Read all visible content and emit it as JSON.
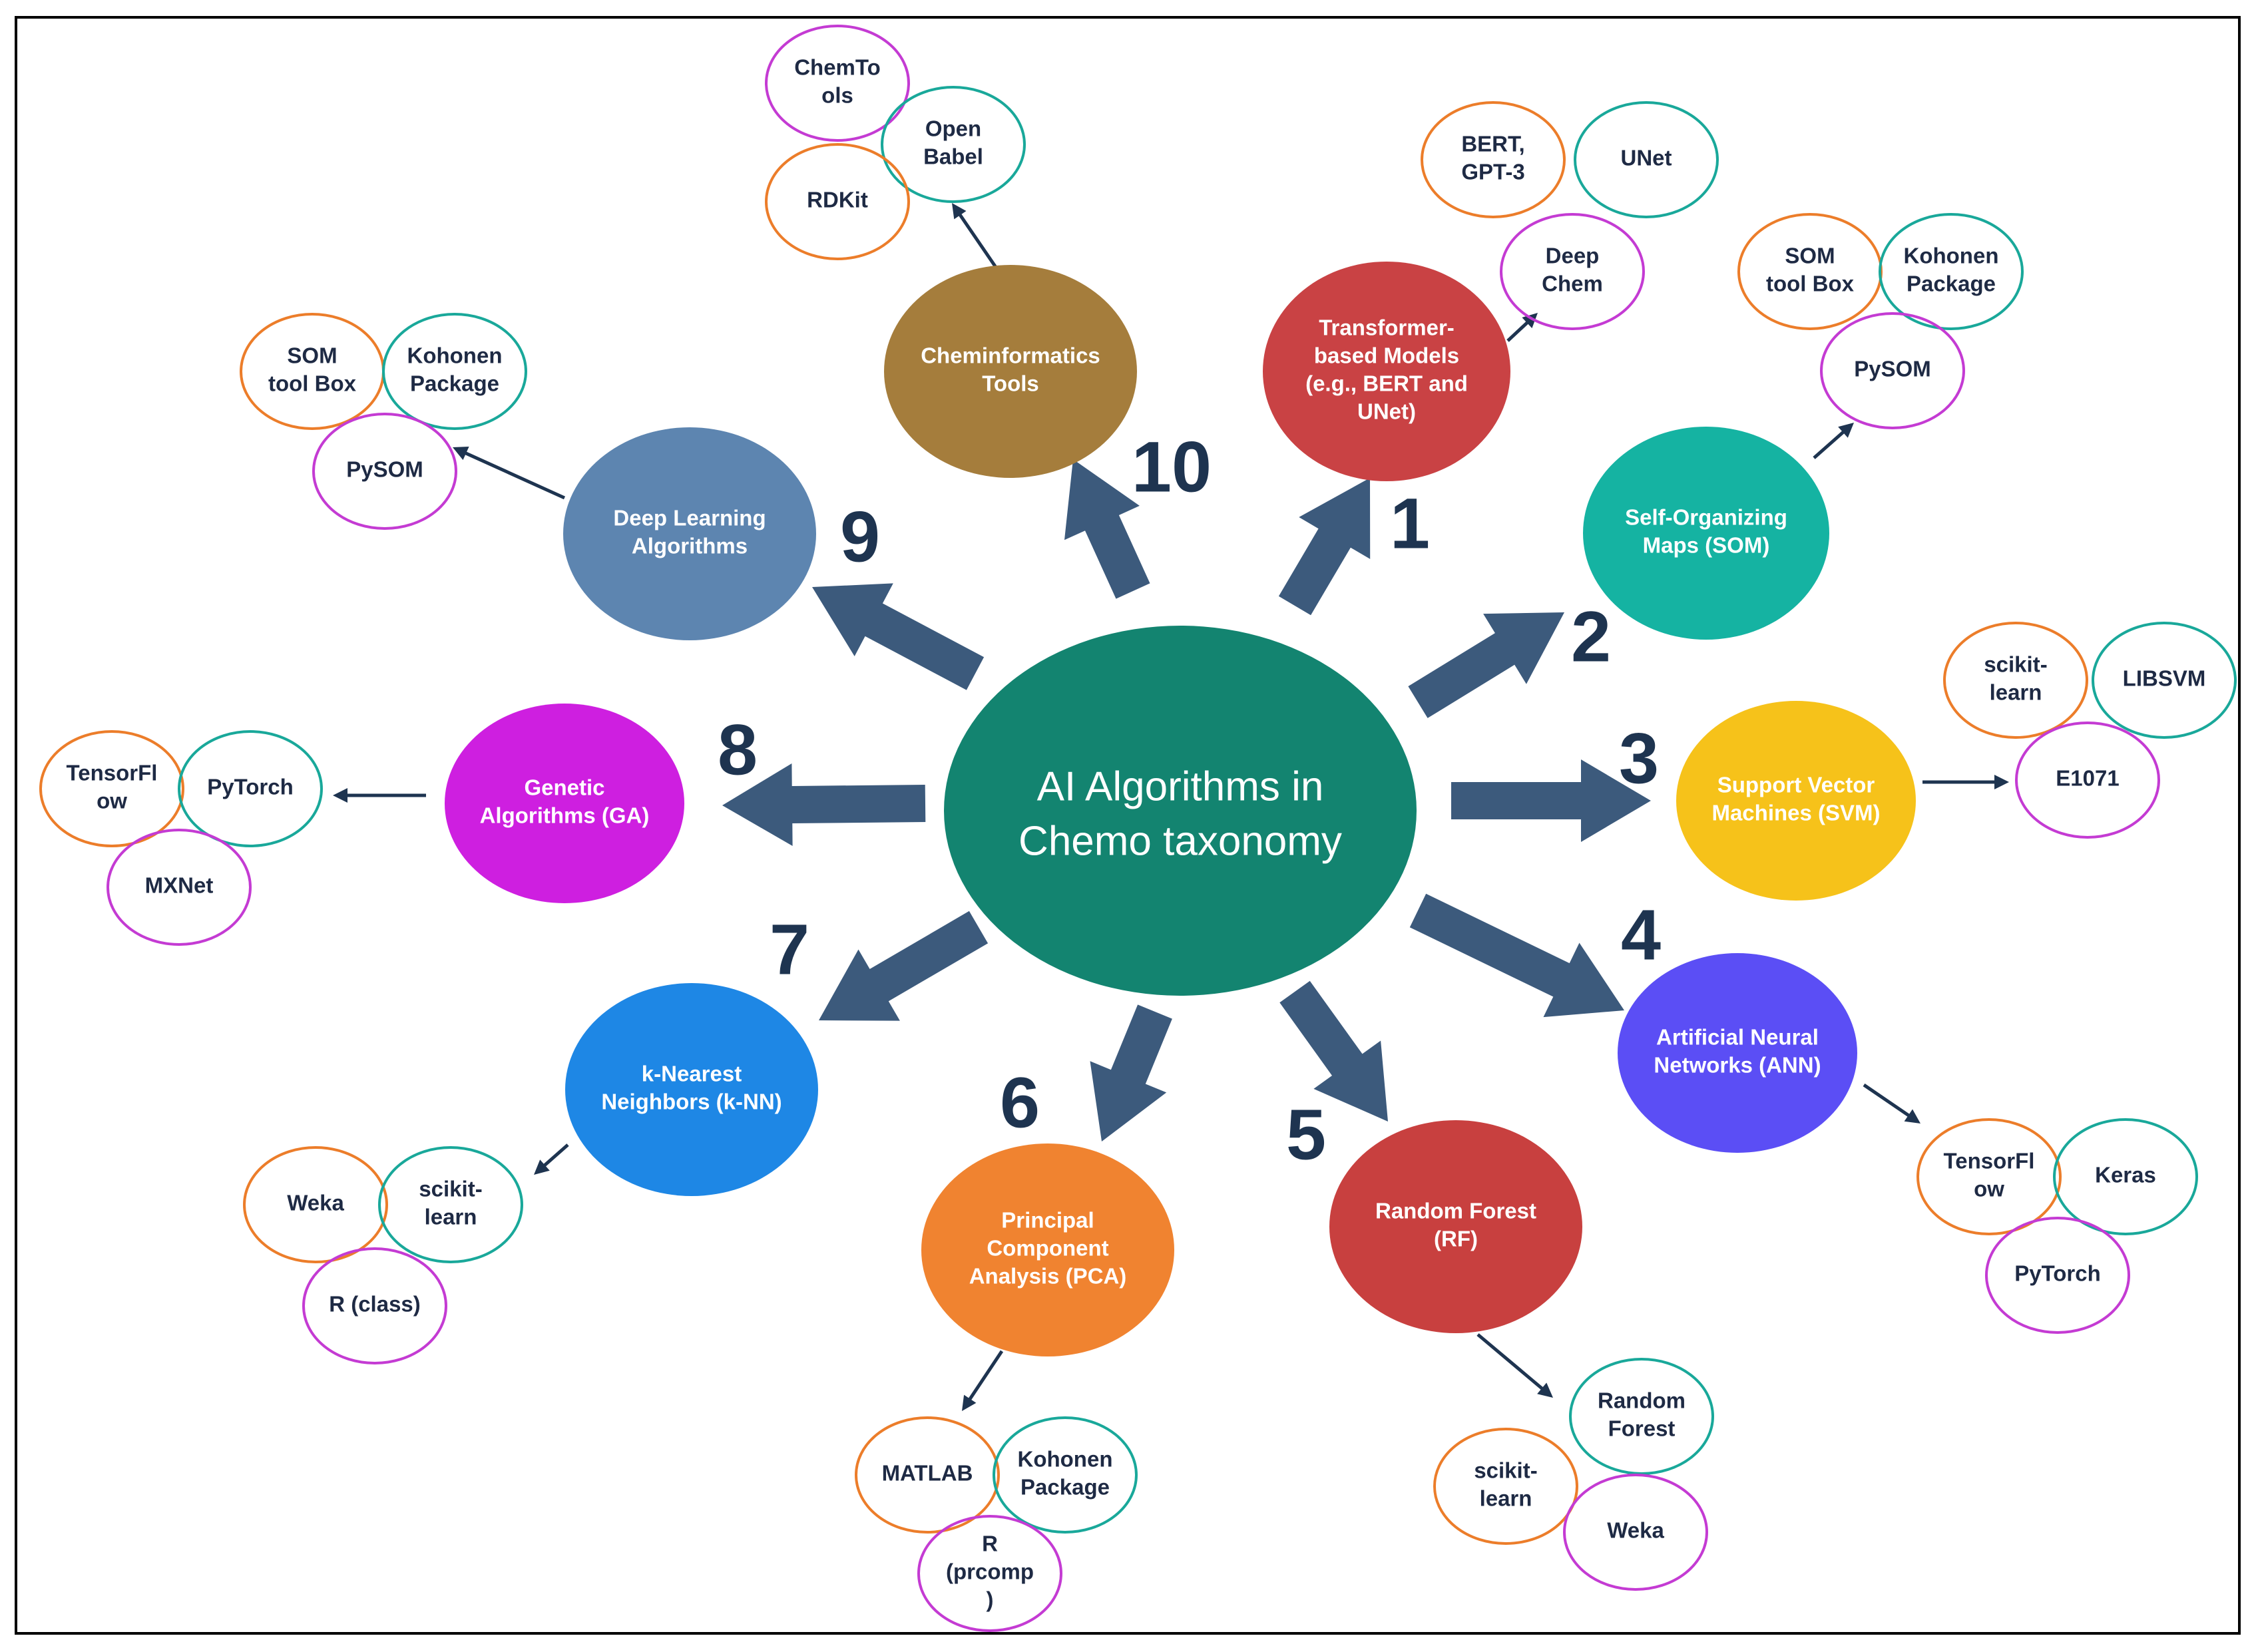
{
  "center": {
    "lines": [
      "AI Algorithms in",
      "Chemo taxonomy"
    ],
    "color": "#138470"
  },
  "colors": {
    "arrow": "#3c5a7c",
    "small_arrow": "#1e3450",
    "number": "#1e3450",
    "border": "#000000",
    "tool_text": "#1e2a44"
  },
  "algorithms": [
    {
      "number": "1",
      "name": "Transformer-based Models (e.g., BERT and UNet)",
      "lines": [
        "Transformer-",
        "based Models",
        "(e.g., BERT and",
        "UNet)"
      ],
      "color": "#c94244",
      "tools": [
        {
          "lines": [
            "BERT,",
            "GPT-3"
          ],
          "border": "#ec7d2a"
        },
        {
          "lines": [
            "UNet"
          ],
          "border": "#19a89a"
        },
        {
          "lines": [
            "Deep",
            "Chem"
          ],
          "border": "#c43bd3"
        }
      ]
    },
    {
      "number": "2",
      "name": "Self-Organizing Maps (SOM)",
      "lines": [
        "Self-Organizing",
        "Maps (SOM)"
      ],
      "color": "#15b3a2",
      "tools": [
        {
          "lines": [
            "SOM",
            "tool Box"
          ],
          "border": "#ec7d2a"
        },
        {
          "lines": [
            "Kohonen",
            "Package"
          ],
          "border": "#19a89a"
        },
        {
          "lines": [
            "PySOM"
          ],
          "border": "#c43bd3"
        }
      ]
    },
    {
      "number": "3",
      "name": "Support Vector Machines (SVM)",
      "lines": [
        "Support Vector",
        "Machines (SVM)"
      ],
      "color": "#f6c21a",
      "text_color": "#1e2a44",
      "tools": [
        {
          "lines": [
            "scikit-",
            "learn"
          ],
          "border": "#ec7d2a"
        },
        {
          "lines": [
            "LIBSVM"
          ],
          "border": "#19a89a"
        },
        {
          "lines": [
            "E1071"
          ],
          "border": "#c43bd3"
        }
      ]
    },
    {
      "number": "4",
      "name": "Artificial Neural Networks (ANN)",
      "lines": [
        "Artificial Neural",
        "Networks (ANN)"
      ],
      "color": "#5b4ef5",
      "tools": [
        {
          "lines": [
            "TensorFl",
            "ow"
          ],
          "border": "#ec7d2a"
        },
        {
          "lines": [
            "Keras"
          ],
          "border": "#19a89a"
        },
        {
          "lines": [
            "PyTorch"
          ],
          "border": "#c43bd3"
        }
      ]
    },
    {
      "number": "5",
      "name": "Random Forest (RF)",
      "lines": [
        "Random Forest",
        "(RF)"
      ],
      "color": "#c8403f",
      "tools": [
        {
          "lines": [
            "Random",
            "Forest"
          ],
          "border": "#19a89a"
        },
        {
          "lines": [
            "scikit-",
            "learn"
          ],
          "border": "#ec7d2a"
        },
        {
          "lines": [
            "Weka"
          ],
          "border": "#c43bd3"
        }
      ]
    },
    {
      "number": "6",
      "name": "Principal Component Analysis (PCA)",
      "lines": [
        "Principal",
        "Component",
        "Analysis (PCA)"
      ],
      "color": "#f08330",
      "tools": [
        {
          "lines": [
            "MATLAB"
          ],
          "border": "#ec7d2a"
        },
        {
          "lines": [
            "Kohonen",
            "Package"
          ],
          "border": "#19a89a"
        },
        {
          "lines": [
            "R",
            "(prcomp",
            ")"
          ],
          "border": "#c43bd3"
        }
      ]
    },
    {
      "number": "7",
      "name": "k-Nearest Neighbors (k-NN)",
      "lines": [
        "k-Nearest",
        "Neighbors (k-NN)"
      ],
      "color": "#1e87e5",
      "tools": [
        {
          "lines": [
            "Weka"
          ],
          "border": "#ec7d2a"
        },
        {
          "lines": [
            "scikit-",
            "learn"
          ],
          "border": "#19a89a"
        },
        {
          "lines": [
            "R (class)"
          ],
          "border": "#c43bd3"
        }
      ]
    },
    {
      "number": "8",
      "name": "Genetic Algorithms (GA)",
      "lines": [
        "Genetic",
        "Algorithms (GA)"
      ],
      "color": "#ce1fe0",
      "tools": [
        {
          "lines": [
            "TensorFl",
            "ow"
          ],
          "border": "#ec7d2a"
        },
        {
          "lines": [
            "PyTorch"
          ],
          "border": "#19a89a"
        },
        {
          "lines": [
            "MXNet"
          ],
          "border": "#c43bd3"
        }
      ]
    },
    {
      "number": "9",
      "name": "Deep Learning Algorithms",
      "lines": [
        "Deep Learning",
        "Algorithms"
      ],
      "color": "#5d85b0",
      "tools": [
        {
          "lines": [
            "SOM",
            "tool Box"
          ],
          "border": "#ec7d2a"
        },
        {
          "lines": [
            "Kohonen",
            "Package"
          ],
          "border": "#19a89a"
        },
        {
          "lines": [
            "PySOM"
          ],
          "border": "#c43bd3"
        }
      ]
    },
    {
      "number": "10",
      "name": "Cheminformatics Tools",
      "lines": [
        "Cheminformatics",
        "Tools"
      ],
      "color": "#a57d3c",
      "tools": [
        {
          "lines": [
            "ChemTo",
            "ols"
          ],
          "border": "#c43bd3"
        },
        {
          "lines": [
            "Open",
            "Babel"
          ],
          "border": "#19a89a"
        },
        {
          "lines": [
            "RDKit"
          ],
          "border": "#ec7d2a"
        }
      ]
    }
  ]
}
